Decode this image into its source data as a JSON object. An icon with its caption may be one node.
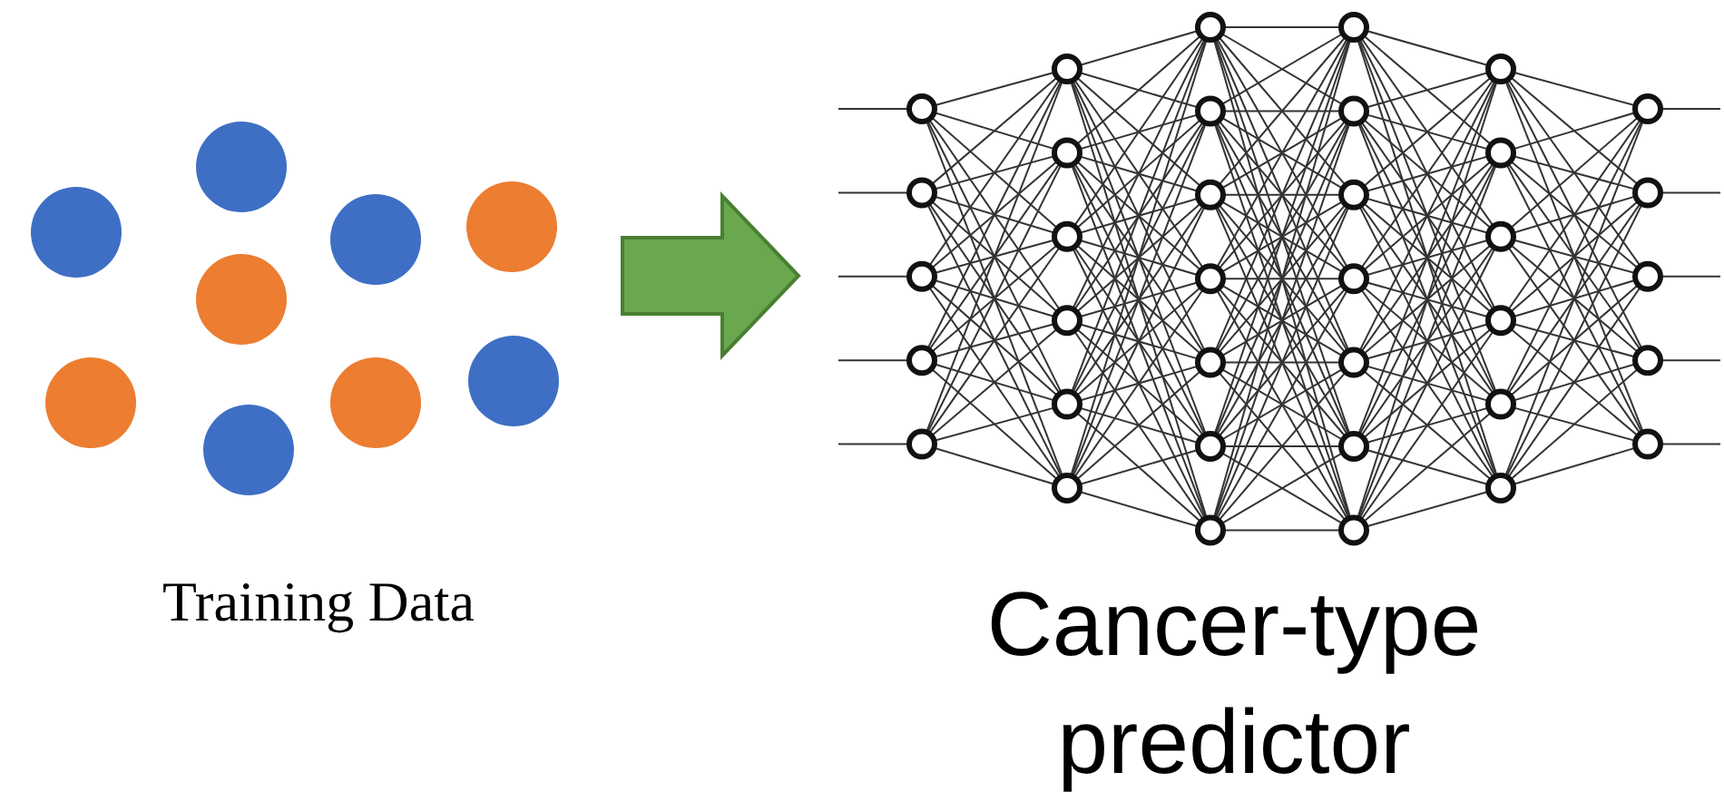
{
  "diagram": {
    "nodes": [
      {
        "text": [
          "Training Data"
        ]
      },
      {
        "text": [
          "Cancer-type predictor"
        ]
      }
    ],
    "edges": [
      {
        "from": 0,
        "to": 1,
        "arrow": "to"
      }
    ]
  }
}
